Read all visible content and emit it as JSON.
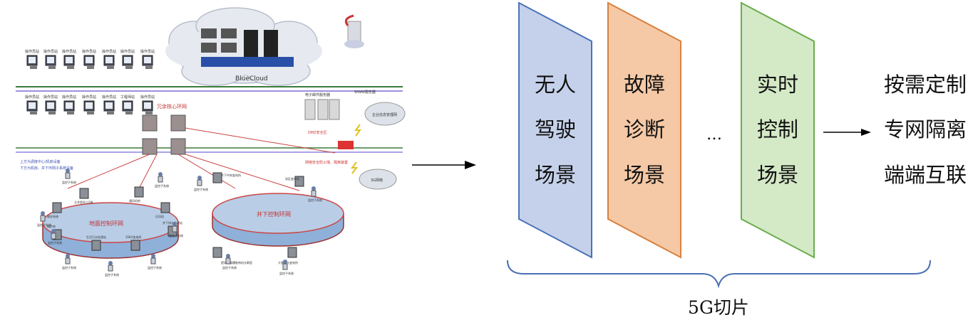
{
  "network": {
    "cloud_label": "BlueCloud",
    "core_ring_label": "冗余核心环网",
    "ground_ring_label": "地面控制环网",
    "underground_ring_label": "井下控制环网",
    "operator_station": "操作员站",
    "engineer_station": "工程师站",
    "mail_server": "电子邮件服务器",
    "www_server": "WWW服务器",
    "dmz_label": "DMZ安全区",
    "enterprise_net": "企业信息管理网",
    "gateway_label": "网络安全防火墙、隔离装置",
    "net_3g": "3G网络",
    "left_note_1": "上方为调度中心/机房设备",
    "left_note_2": "下方为机房、井下环网子系统设备",
    "monitor_subsystem": "监控子系统",
    "ground_nodes": [
      "主井提升口1路",
      "通风机房",
      "压风机",
      "井下排水处理站",
      "35KV变电所",
      "生活污水处理站",
      "锅炉房",
      "储仓系统"
    ],
    "underground_nodes": [
      "井下中央变电所",
      "采区变电所",
      "提采面顺槽胶带机头硐室",
      "大巷机头变电所"
    ]
  },
  "scenarios": [
    {
      "line1": "无人",
      "line2": "驾驶",
      "line3": "场景",
      "fill": "#c5d1ea",
      "stroke": "#4a73b8"
    },
    {
      "line1": "故障",
      "line2": "诊断",
      "line3": "场景",
      "fill": "#f5c9a6",
      "stroke": "#d9813f"
    },
    {
      "line1": "实时",
      "line2": "控制",
      "line3": "场景",
      "fill": "#d4e9c6",
      "stroke": "#6aad4c"
    }
  ],
  "ellipsis": "…",
  "outcome": [
    "按需定制",
    "专网隔离",
    "端端互联"
  ],
  "brace_label": "5G切片"
}
